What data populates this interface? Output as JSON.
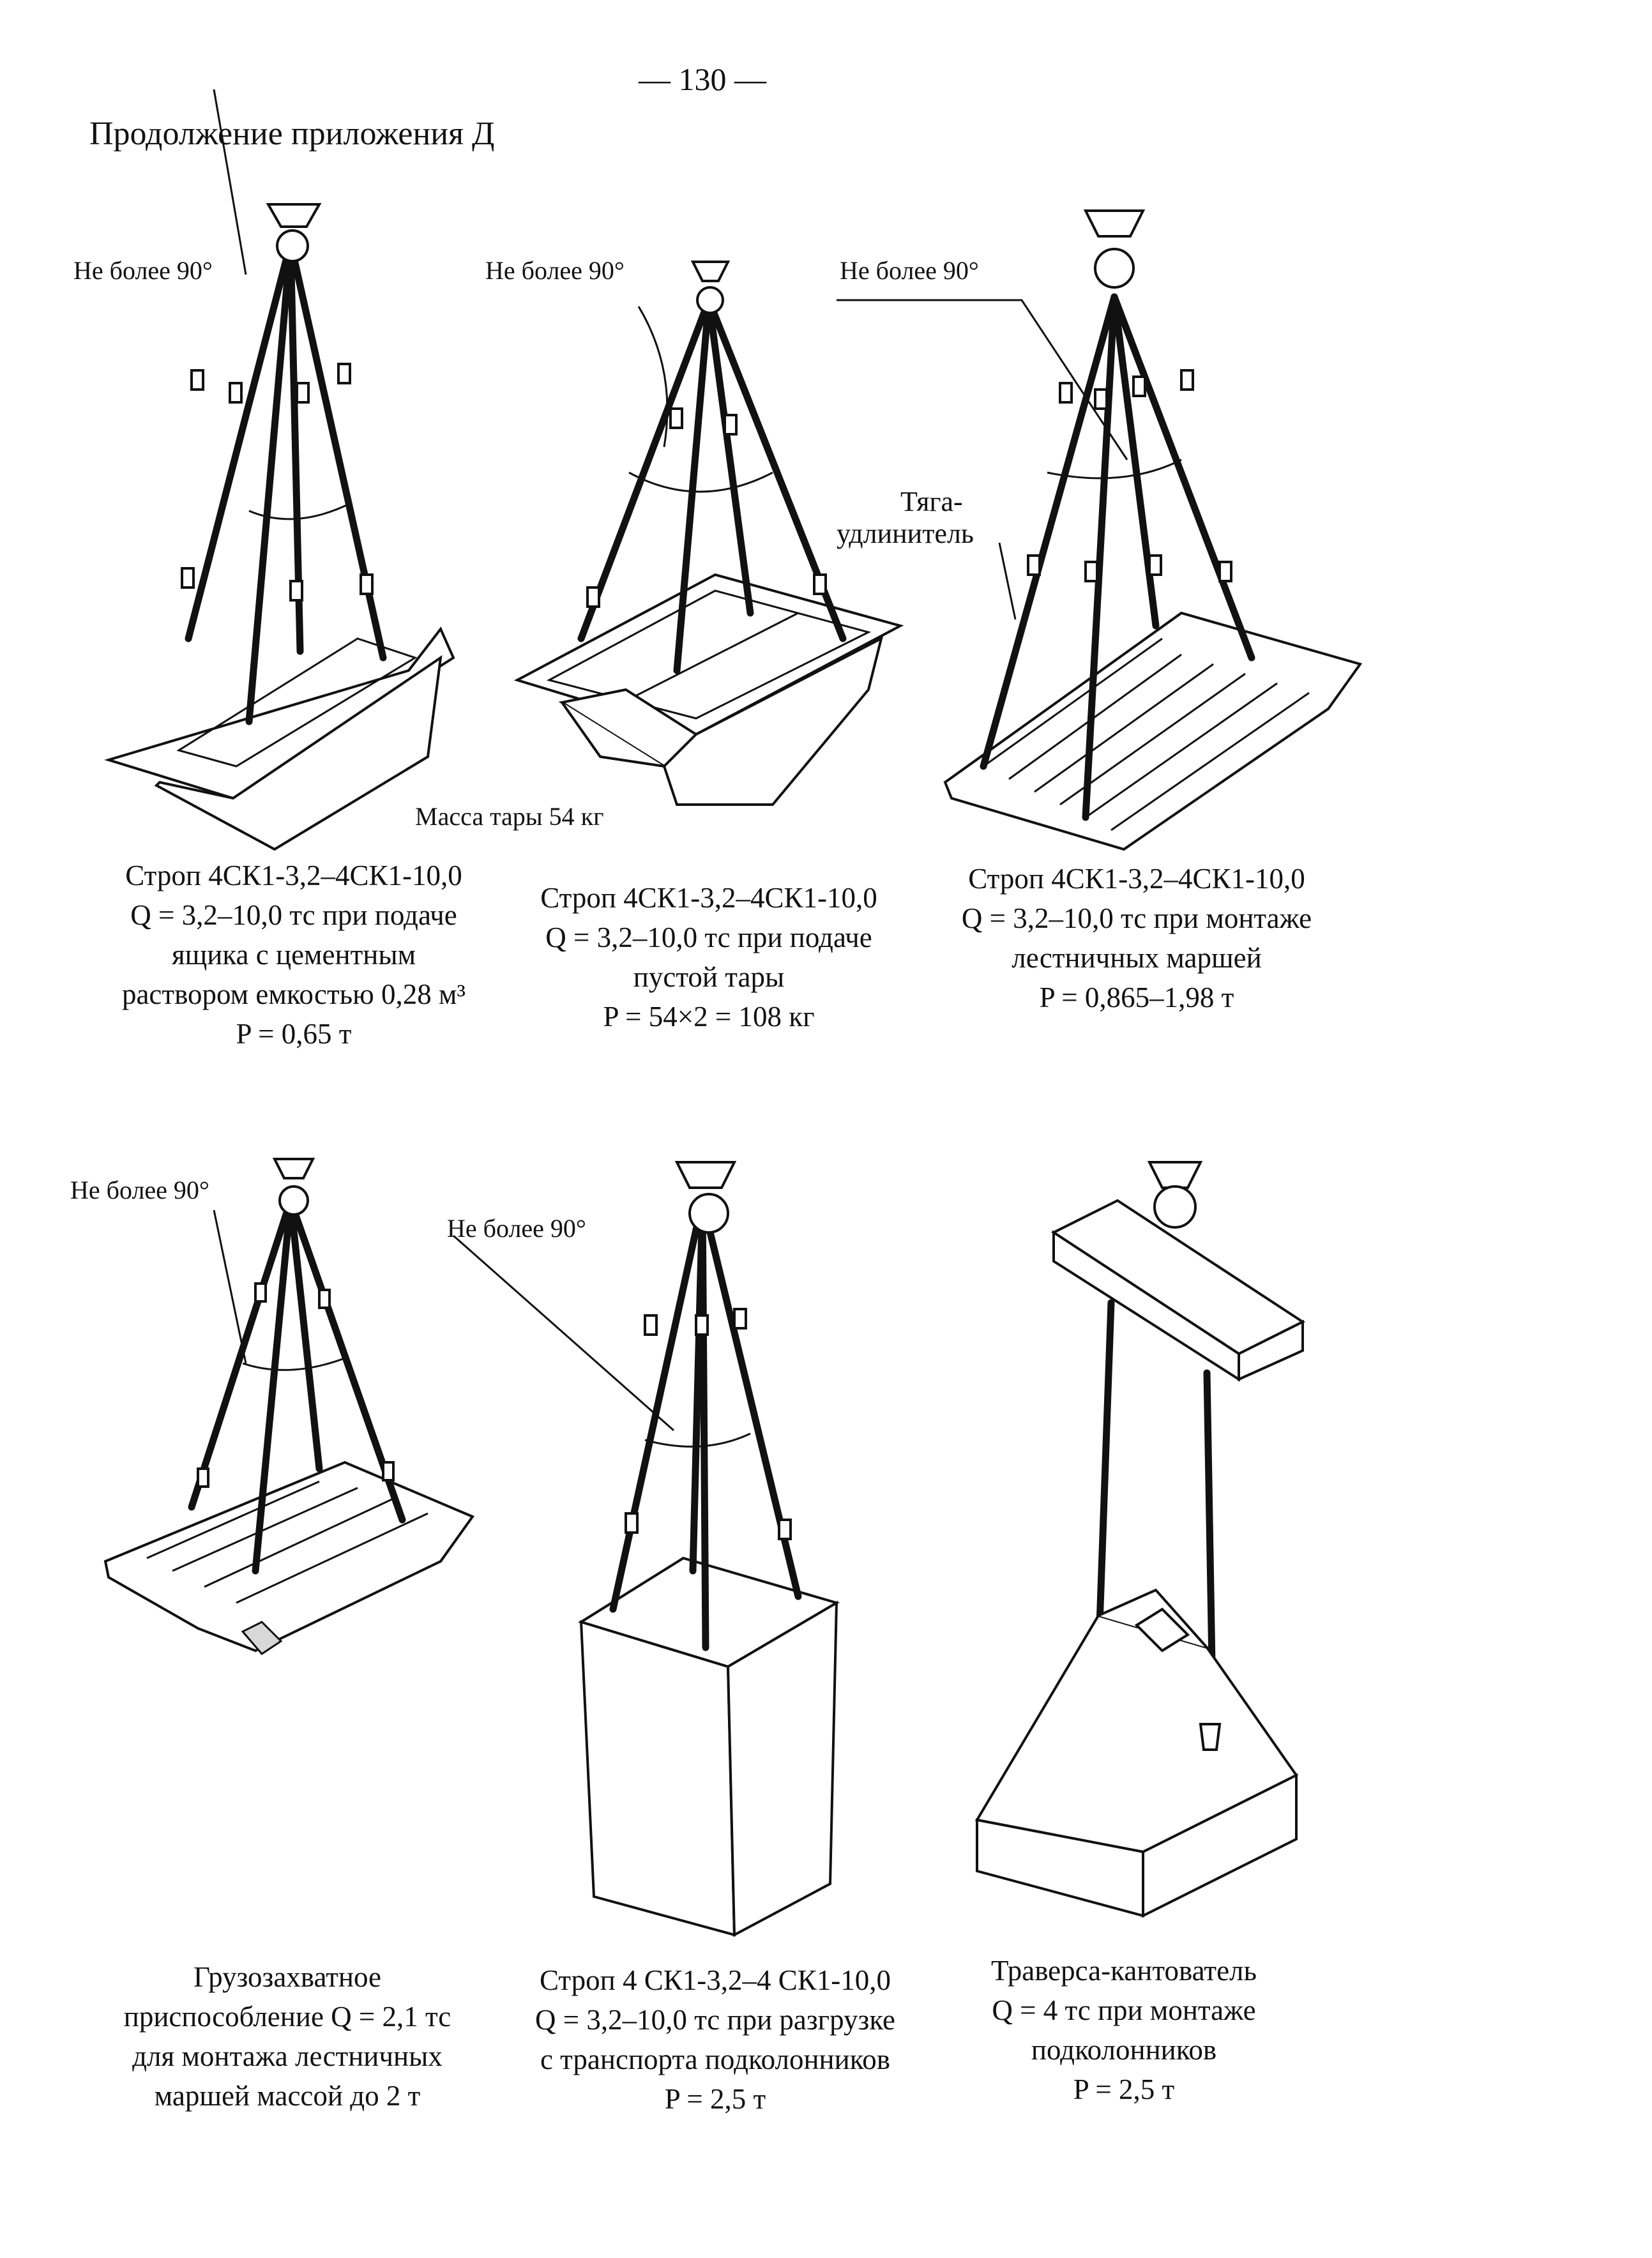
{
  "page_number": "— 130 —",
  "header": "Продолжение приложения Д",
  "labels": {
    "angle1": "Не более 90°",
    "angle2": "Не более 90°",
    "angle3": "Не более 90°",
    "angle4": "Не более 90°",
    "angle5": "Не более 90°",
    "tyaga1": "Тяга-",
    "tyaga2": "удлинитель",
    "mass": "Масса тары 54 кг"
  },
  "captions": {
    "fig1": [
      "Строп 4СК1-3,2–4СК1-10,0",
      "Q = 3,2–10,0 тс при подаче",
      "ящика с цементным",
      "раствором емкостью 0,28 м³",
      "P = 0,65 т"
    ],
    "fig2": [
      "Строп 4СК1-3,2–4СК1-10,0",
      "Q = 3,2–10,0 тс при подаче",
      "пустой тары",
      "P = 54×2 = 108 кг"
    ],
    "fig3": [
      "Строп 4СК1-3,2–4СК1-10,0",
      "Q = 3,2–10,0 тс при монтаже",
      "лестничных маршей",
      "P = 0,865–1,98 т"
    ],
    "fig4": [
      "Грузозахватное",
      "приспособление Q = 2,1 тс",
      "для монтажа лестничных",
      "маршей массой до 2 т"
    ],
    "fig5": [
      "Строп 4 СК1-3,2–4 СК1-10,0",
      "Q = 3,2–10,0 тс при разгрузке",
      "с транспорта подколонников",
      "P = 2,5 т"
    ],
    "fig6": [
      "Траверса-кантователь",
      "Q = 4 тс при монтаже",
      "подколонников",
      "P = 2,5 т"
    ]
  }
}
